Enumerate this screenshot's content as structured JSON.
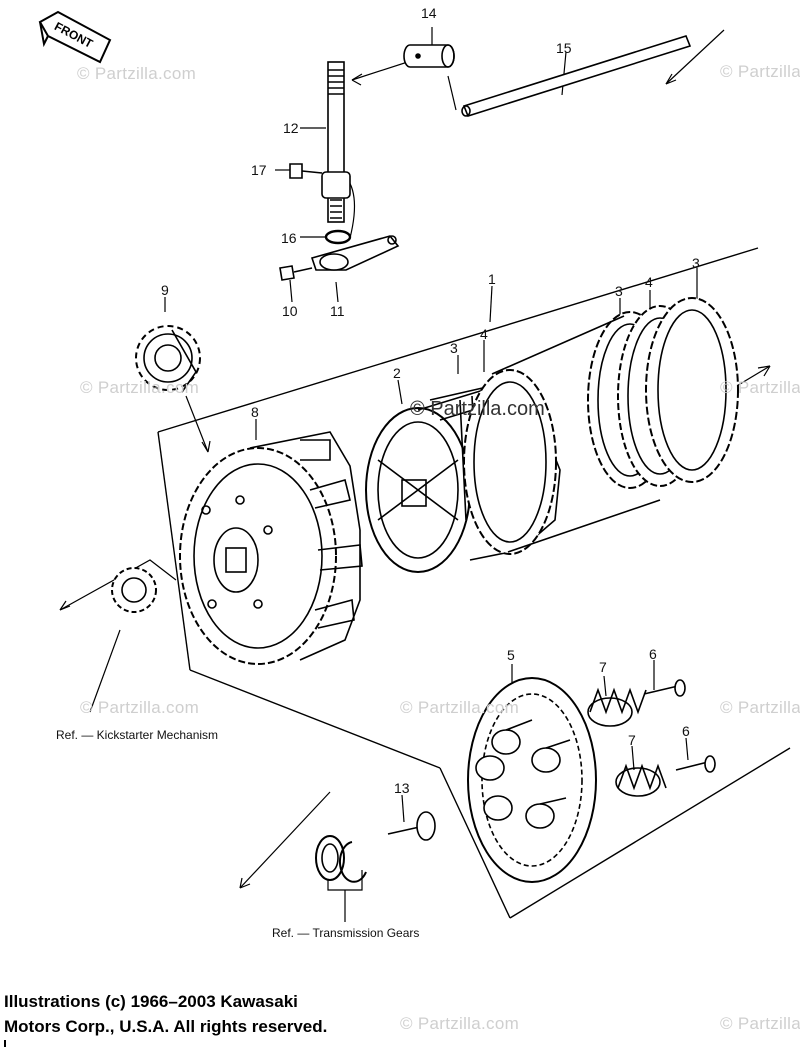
{
  "front_label": "FRONT",
  "callouts": {
    "p1": "1",
    "p2": "2",
    "p3a": "3",
    "p3b": "3",
    "p3c": "3",
    "p4a": "4",
    "p4b": "4",
    "p5": "5",
    "p6a": "6",
    "p6b": "6",
    "p7a": "7",
    "p7b": "7",
    "p8": "8",
    "p9": "9",
    "p10": "10",
    "p11": "11",
    "p12": "12",
    "p13": "13",
    "p14": "14",
    "p15": "15",
    "p16": "16",
    "p17": "17"
  },
  "references": {
    "kickstarter": "Ref. — Kickstarter Mechanism",
    "transmission": "Ref. — Transmission Gears"
  },
  "watermark": "© Partzilla.com",
  "copyright": {
    "line1": "Illustrations (c) 1966–2003 Kawasaki",
    "line2": "Motors Corp., U.S.A.  All rights reserved."
  }
}
